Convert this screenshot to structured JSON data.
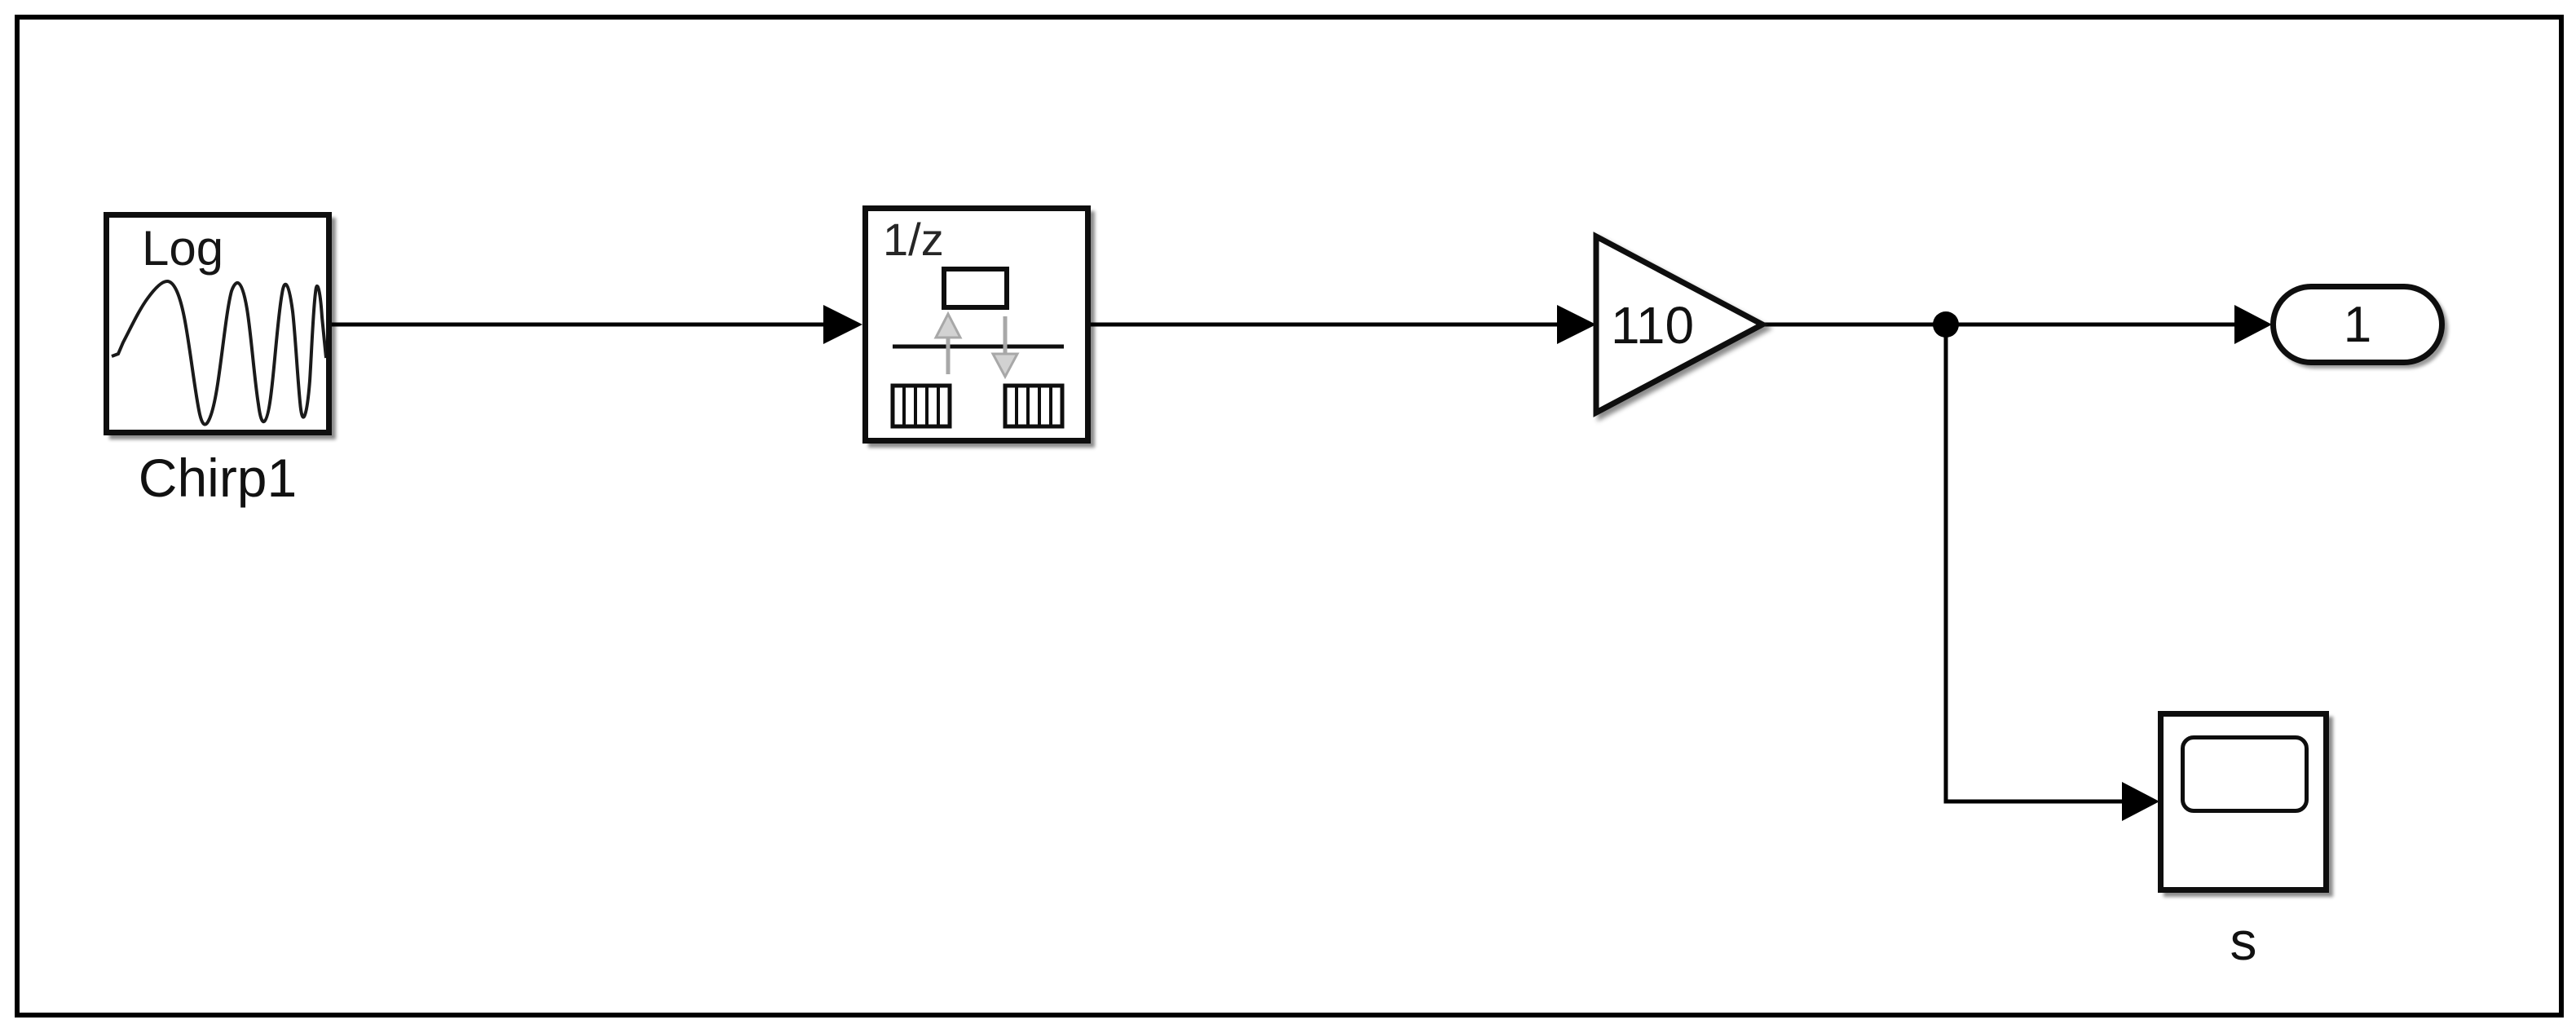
{
  "diagram": {
    "blocks": {
      "chirp": {
        "type": "chirp-signal-source",
        "icon_text": "Log",
        "label": "Chirp1"
      },
      "delay": {
        "type": "unit-delay",
        "icon_text": "1/z"
      },
      "gain": {
        "type": "gain",
        "value": "110"
      },
      "outport": {
        "type": "outport",
        "value": "1"
      },
      "scope": {
        "type": "scope",
        "label": "s"
      }
    },
    "colors": {
      "wire": "#000000",
      "block_border": "#0e0e0e",
      "block_fill": "#ffffff",
      "icon_gray_fill": "#d2d2d2",
      "icon_gray_stroke": "#a8a8a8",
      "background": "#ffffff"
    }
  }
}
